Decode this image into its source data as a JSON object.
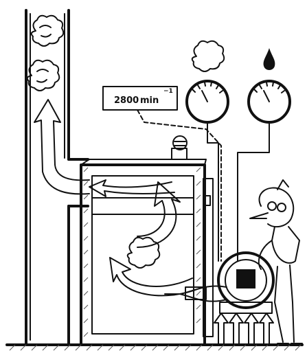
{
  "speed_label": {
    "value": "2800",
    "unit": "min",
    "exponent": "−1"
  },
  "icons": [
    "smoke-cloud-icon",
    "oil-drop-icon",
    "pressure-gauge-icon",
    "temperature-gauge-icon",
    "flame-icon"
  ],
  "colors": {
    "ink": "#111111",
    "background": "#ffffff"
  }
}
